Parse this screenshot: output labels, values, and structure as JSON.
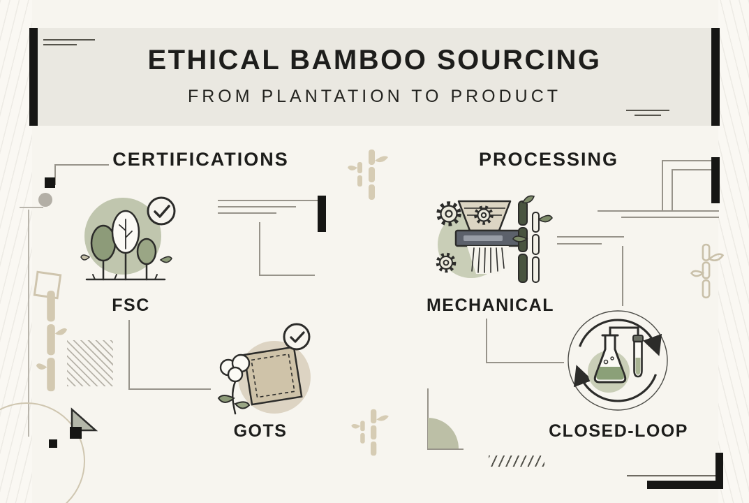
{
  "header": {
    "title": "ETHICAL BAMBOO SOURCING",
    "subtitle": "FROM PLANTATION TO PRODUCT"
  },
  "sections": {
    "certifications": {
      "heading": "CERTIFICATIONS",
      "items": [
        {
          "label": "FSC",
          "icon": "fsc-forest-certified-icon"
        },
        {
          "label": "GOTS",
          "icon": "gots-organic-textile-icon"
        }
      ]
    },
    "processing": {
      "heading": "PROCESSING",
      "items": [
        {
          "label": "MECHANICAL",
          "icon": "mechanical-crusher-icon"
        },
        {
          "label": "CLOSED-LOOP",
          "icon": "closed-loop-chemistry-icon"
        }
      ]
    }
  },
  "decorative_icons": [
    "bamboo-stalk-icon",
    "gear-icon",
    "checkmark-badge-icon",
    "corner-bracket-decoration",
    "hatch-pattern-decoration",
    "quarter-circle-decoration"
  ],
  "colors": {
    "background": "#f7f5ef",
    "banner": "#eae8e1",
    "ink": "#1d1d1b",
    "sage": "#8d9b79",
    "sage_light": "#c9ceb7",
    "tan": "#cfc4ac",
    "tan_light": "#ddd4c3",
    "machine_gray": "#5c616b"
  }
}
